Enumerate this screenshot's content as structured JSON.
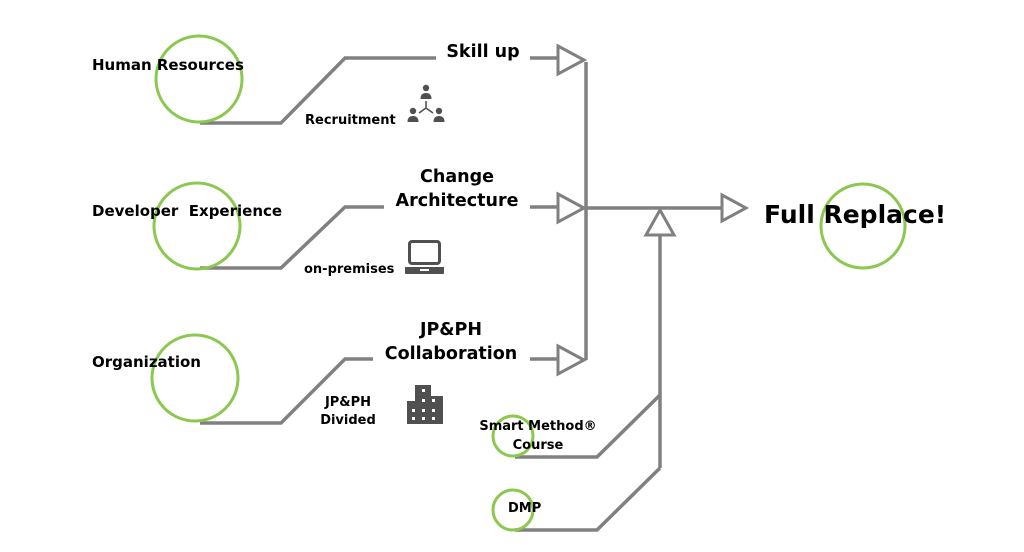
{
  "diagram": {
    "title": "Path to Full Replace",
    "colors": {
      "connector": "#808080",
      "circle": "#8cc850",
      "text": "#000000",
      "icon": "#505050"
    },
    "sources": [
      {
        "id": "hr",
        "label": "Human Resources",
        "from_state": "Recruitment",
        "to_state": "Skill up",
        "icon": "people-network-icon"
      },
      {
        "id": "dx",
        "label": "Developer  Experience",
        "from_state": "on-premises",
        "to_state_lines": [
          "Change",
          "Architecture"
        ],
        "icon": "laptop-icon"
      },
      {
        "id": "org",
        "label": "Organization",
        "from_state_lines": [
          "JP&PH",
          "Divided"
        ],
        "to_state_lines": [
          "JP&PH",
          "Collaboration"
        ],
        "icon": "building-icon"
      }
    ],
    "enablers": [
      {
        "id": "smart",
        "label_lines": [
          "Smart Method®",
          "Course"
        ]
      },
      {
        "id": "dmp",
        "label": "DMP"
      }
    ],
    "goal": {
      "label": "Full Replace!"
    }
  }
}
